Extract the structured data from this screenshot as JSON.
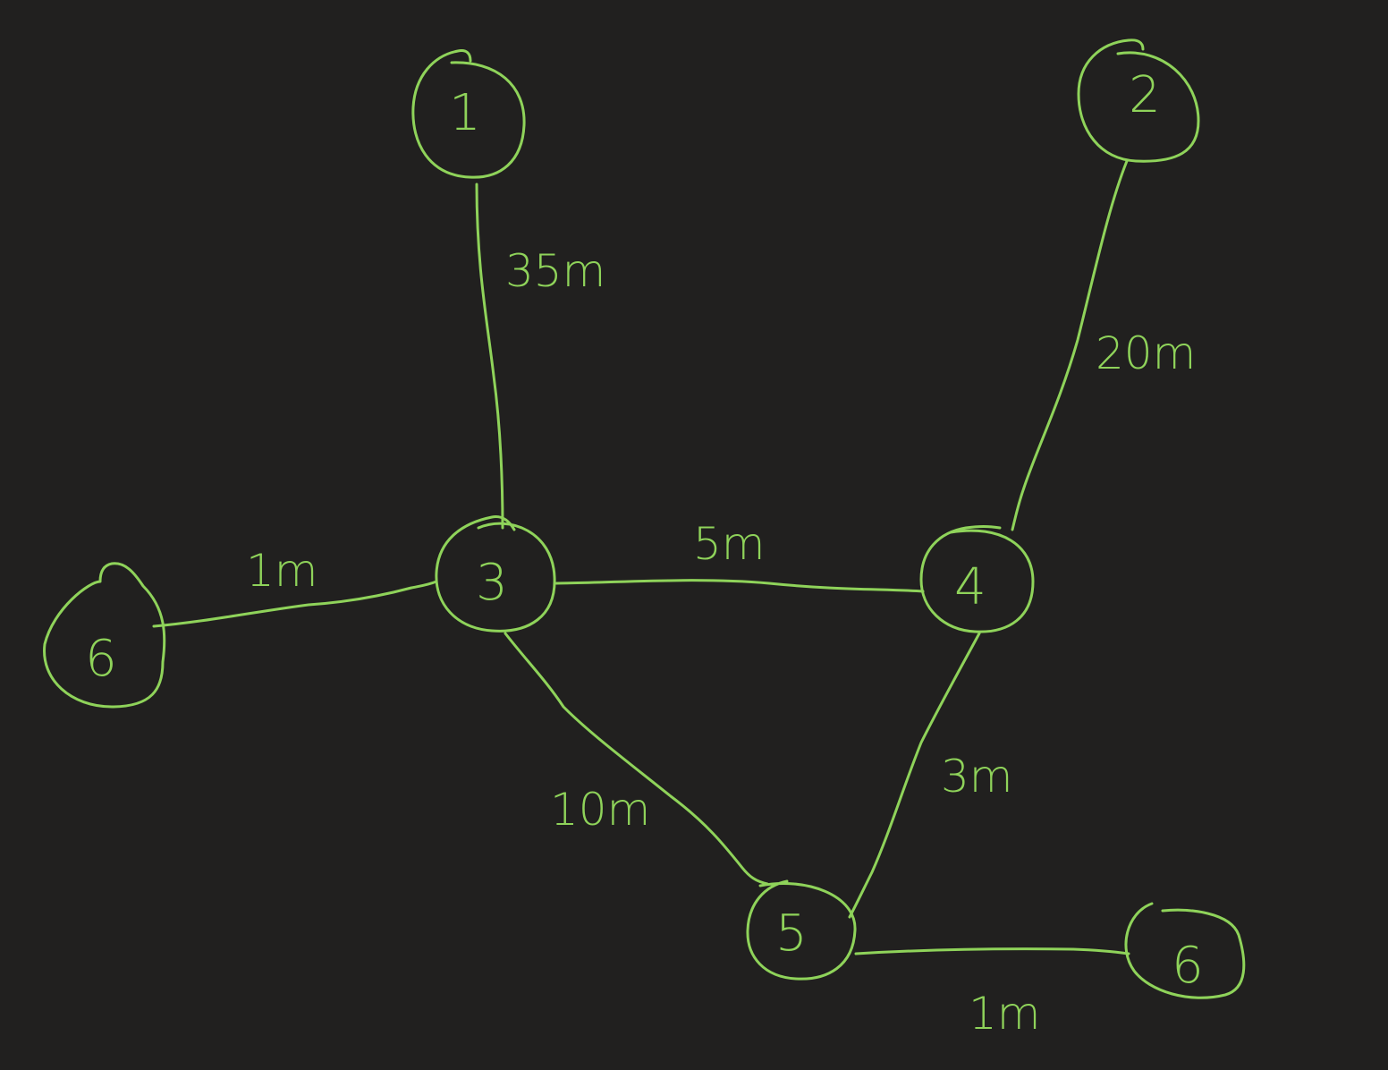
{
  "colors": {
    "background": "#21201f",
    "ink": "#8fd35a"
  },
  "nodes": [
    {
      "id": "n1",
      "label": "1"
    },
    {
      "id": "n2",
      "label": "2"
    },
    {
      "id": "n3",
      "label": "3"
    },
    {
      "id": "n4",
      "label": "4"
    },
    {
      "id": "n5",
      "label": "5"
    },
    {
      "id": "n6a",
      "label": "6"
    },
    {
      "id": "n6b",
      "label": "6"
    }
  ],
  "edges": [
    {
      "id": "e1-3",
      "from": "1",
      "to": "3",
      "label": "35m"
    },
    {
      "id": "e2-4",
      "from": "2",
      "to": "4",
      "label": "20m"
    },
    {
      "id": "e6-3",
      "from": "6",
      "to": "3",
      "label": "1m"
    },
    {
      "id": "e3-4",
      "from": "3",
      "to": "4",
      "label": "5m"
    },
    {
      "id": "e3-5",
      "from": "3",
      "to": "5",
      "label": "10m"
    },
    {
      "id": "e4-5",
      "from": "4",
      "to": "5",
      "label": "3m"
    },
    {
      "id": "e5-6",
      "from": "5",
      "to": "6",
      "label": "1m"
    }
  ]
}
